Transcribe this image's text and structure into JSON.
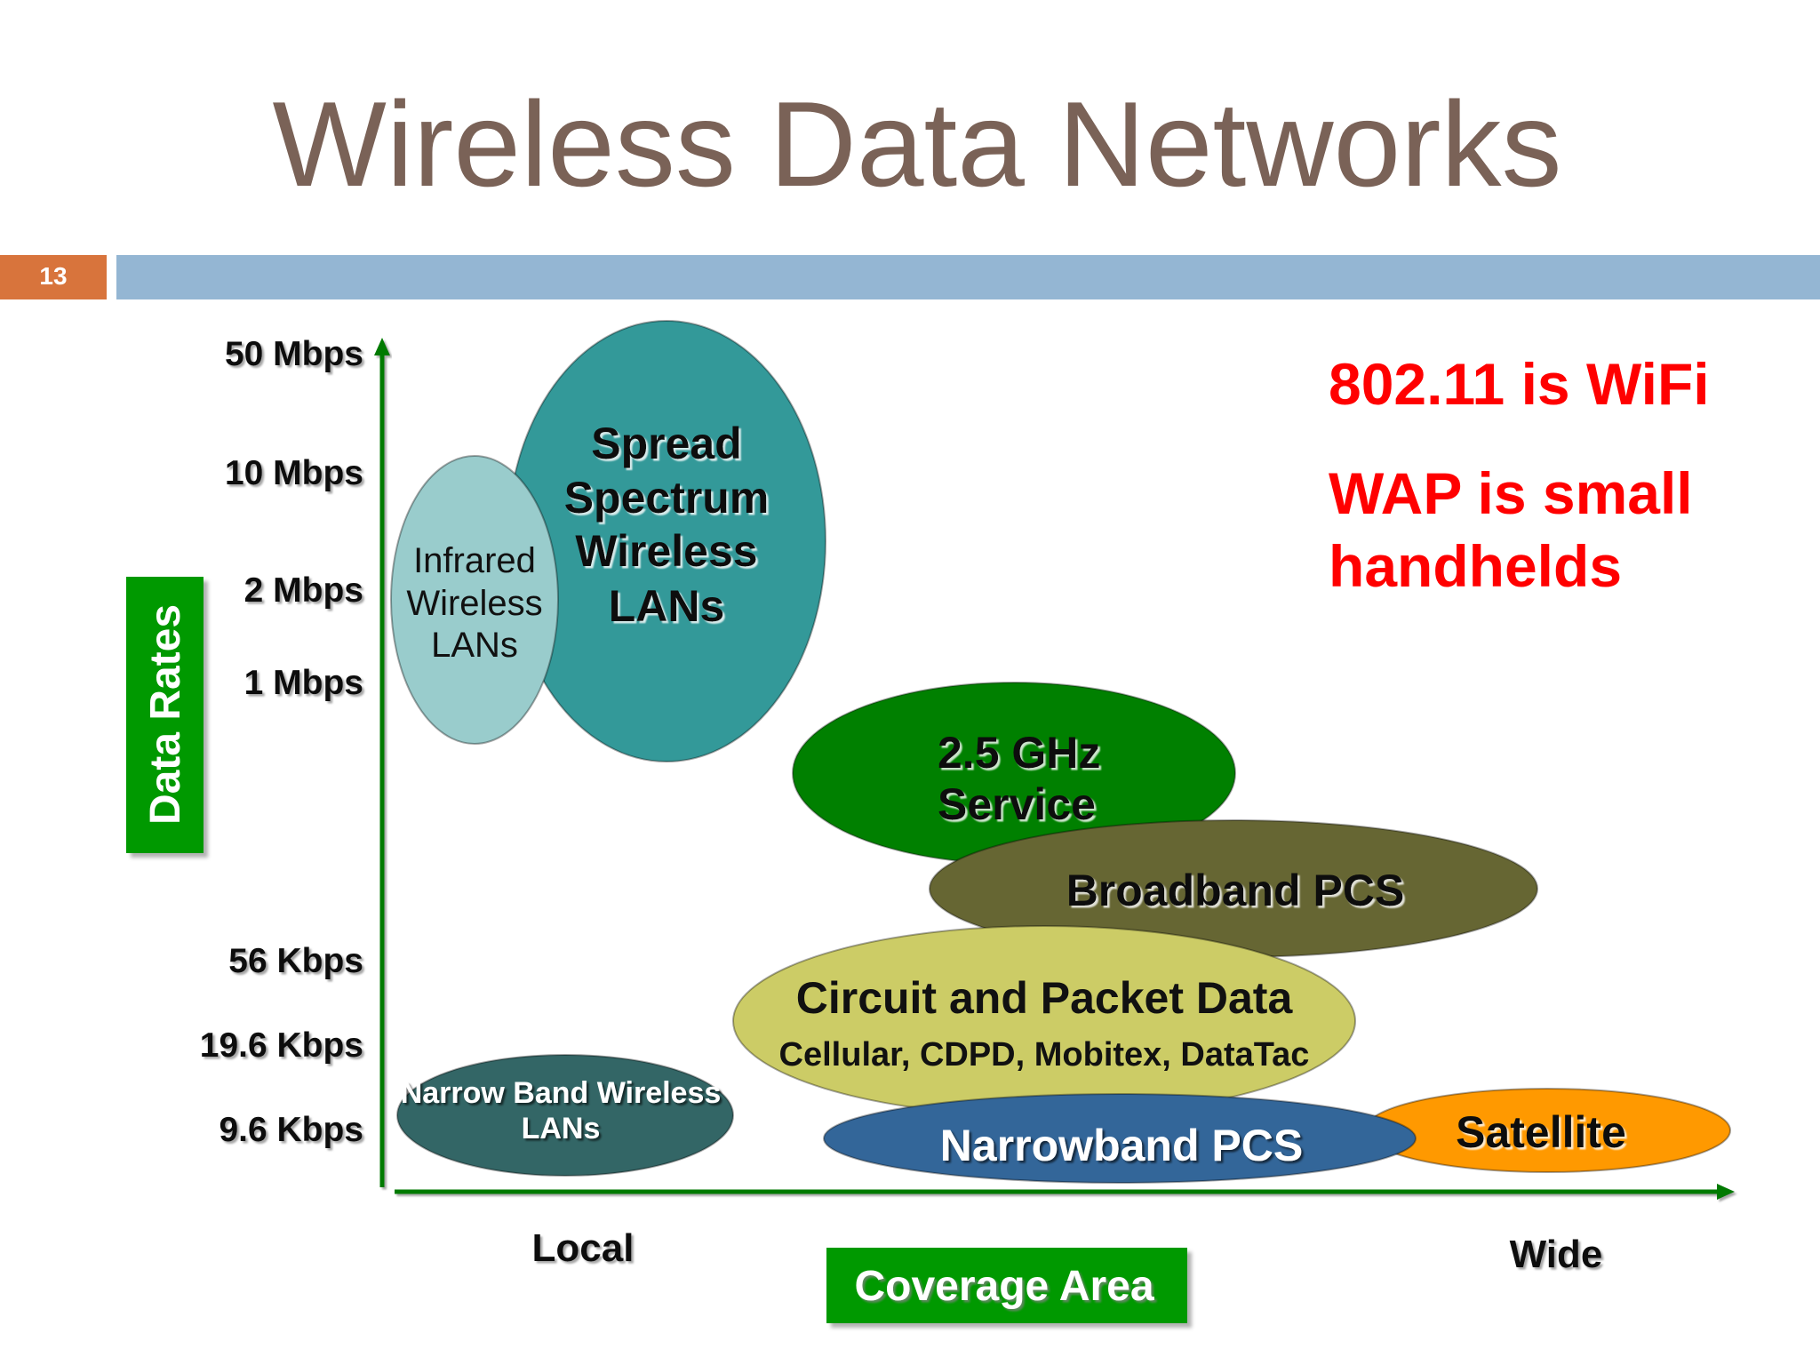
{
  "slide": {
    "number": "13",
    "title": "Wireless Data Networks"
  },
  "y_axis": {
    "title": "Data Rates",
    "ticks": [
      "50 Mbps",
      "10 Mbps",
      "2 Mbps",
      "1 Mbps",
      "56 Kbps",
      "19.6 Kbps",
      "9.6 Kbps"
    ]
  },
  "x_axis": {
    "title": "Coverage Area",
    "left_label": "Local",
    "right_label": "Wide"
  },
  "bubbles": [
    {
      "id": "spread-spectrum",
      "lines": [
        "Spread",
        "Spectrum",
        "Wireless",
        "LANs"
      ],
      "color": "#339999"
    },
    {
      "id": "infrared",
      "lines": [
        "Infrared",
        "Wireless",
        "LANs"
      ],
      "color": "#99cccc"
    },
    {
      "id": "ghz-service",
      "lines": [
        "2.5 GHz",
        "Service"
      ],
      "color": "#008000"
    },
    {
      "id": "broadband-pcs",
      "lines": [
        "Broadband PCS"
      ],
      "color": "#666633"
    },
    {
      "id": "circuit-packet",
      "lines": [
        "Circuit and Packet Data",
        "Cellular, CDPD, Mobitex, DataTac"
      ],
      "color": "#cccc66"
    },
    {
      "id": "narrow-band-wlan",
      "lines": [
        "Narrow Band Wireless",
        "LANs"
      ],
      "color": "#336666"
    },
    {
      "id": "satellite",
      "lines": [
        "Satellite"
      ],
      "color": "#ff9900"
    },
    {
      "id": "narrowband-pcs",
      "lines": [
        "Narrowband PCS"
      ],
      "color": "#336699"
    }
  ],
  "notes": [
    "802.11 is WiFi",
    "WAP is small",
    "handhelds"
  ],
  "colors": {
    "title": "#7a6257",
    "slide_number_bg": "#d8743c",
    "header_bar": "#94b6d3",
    "axis": "#007a00",
    "label_box": "#009900",
    "note_red": "#ff0000"
  }
}
